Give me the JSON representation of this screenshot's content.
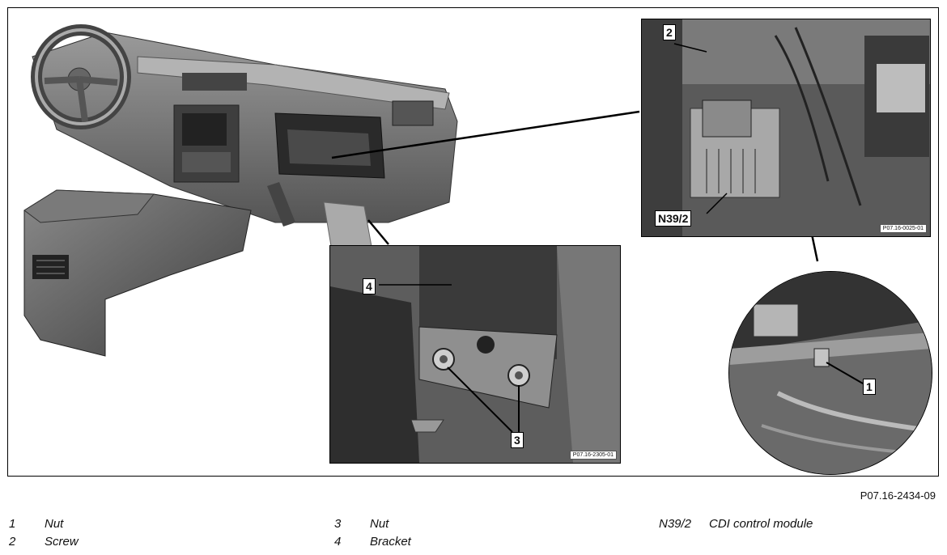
{
  "figure": {
    "code": "P07.16-2434-09",
    "insets": {
      "control_module": {
        "code": "P07.16-0025-01"
      },
      "bracket": {
        "code": "P07.16-2305-01"
      }
    },
    "callouts": {
      "c1": "1",
      "c2": "2",
      "c3": "3",
      "c4": "4",
      "n392": "N39/2"
    }
  },
  "legend": {
    "col1": [
      {
        "key": "1",
        "label": "Nut"
      },
      {
        "key": "2",
        "label": "Screw"
      }
    ],
    "col2": [
      {
        "key": "3",
        "label": "Nut"
      },
      {
        "key": "4",
        "label": "Bracket"
      }
    ],
    "col3": [
      {
        "key": "N39/2",
        "label": "CDI control module"
      }
    ]
  }
}
